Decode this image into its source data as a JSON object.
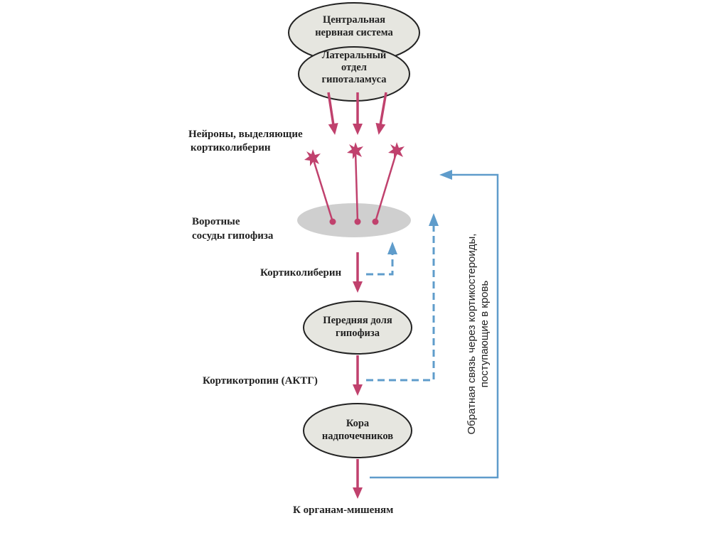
{
  "nodes": {
    "cns": [
      "Центральная",
      "нервная система"
    ],
    "hypothalamus": [
      "Латеральный",
      "отдел",
      "гипоталамуса"
    ],
    "anterior_pituitary": [
      "Передняя доля",
      "гипофиза"
    ],
    "adrenal_cortex": [
      "Кора",
      "надпочечников"
    ]
  },
  "labels": {
    "neurons": [
      "Нейроны, выделяющие",
      "кортиколиберин"
    ],
    "portal_vessels": [
      "Воротные",
      "сосуды гипофиза"
    ],
    "corticoliberin": "Кортиколиберин",
    "corticotropin": "Кортикотропин (АКТГ)",
    "targets": "К органам-мишеням",
    "feedback": [
      "Обратная связь через кортикостероиды,",
      "поступающие в кровь"
    ]
  },
  "colors": {
    "hormone_arrow": "#c0416d",
    "feedback_arrow": "#5f9ccb",
    "node_fill": "#e6e6e0"
  }
}
